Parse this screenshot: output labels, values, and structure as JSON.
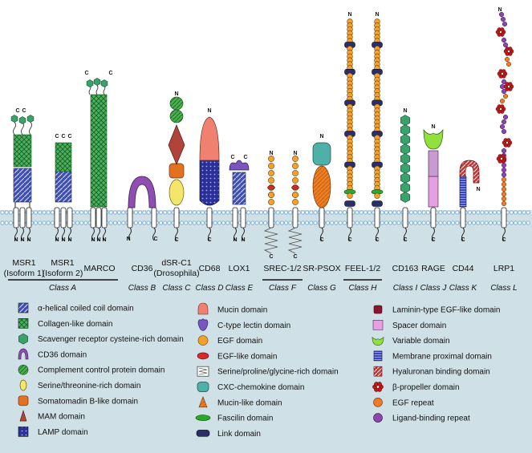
{
  "receptors": [
    {
      "name": "MSR1\n(Isoform 1)",
      "short": "MSR1",
      "sub": "(Isoform 1)"
    },
    {
      "name": "MSR1\n(Isoform 2)",
      "short": "MSR1",
      "sub": "(Isoform 2)"
    },
    {
      "name": "MARCO",
      "short": "MARCO",
      "sub": ""
    },
    {
      "name": "CD36",
      "short": "CD36",
      "sub": ""
    },
    {
      "name": "dSR-C1\n(Drosophila)",
      "short": "dSR-C1",
      "sub": "(Drosophila)"
    },
    {
      "name": "CD68",
      "short": "CD68",
      "sub": ""
    },
    {
      "name": "LOX1",
      "short": "LOX1",
      "sub": ""
    },
    {
      "name": "SREC-1/2",
      "short": "SREC-1/2",
      "sub": ""
    },
    {
      "name": "SR-PSOX",
      "short": "SR-PSOX",
      "sub": ""
    },
    {
      "name": "FEEL-1/2",
      "short": "FEEL-1/2",
      "sub": ""
    },
    {
      "name": "CD163",
      "short": "CD163",
      "sub": ""
    },
    {
      "name": "RAGE",
      "short": "RAGE",
      "sub": ""
    },
    {
      "name": "CD44",
      "short": "CD44",
      "sub": ""
    },
    {
      "name": "LRP1",
      "short": "LRP1",
      "sub": ""
    }
  ],
  "classes": [
    "Class A",
    "Class B",
    "Class C",
    "Class D",
    "Class E",
    "Class F",
    "Class G",
    "Class H",
    "Class I",
    "Class J",
    "Class K",
    "Class L"
  ],
  "terminals": {
    "c": "C",
    "n": "N"
  },
  "legend": {
    "col1": [
      {
        "icon": "alpha-helix-icon",
        "label": "α-helical coiled coil domain"
      },
      {
        "icon": "collagen-icon",
        "label": "Collagen-like domain"
      },
      {
        "icon": "hexagon-icon",
        "label": "Scavenger receptor cysteine-rich domain"
      },
      {
        "icon": "cd36-arch-icon",
        "label": "CD36 domain"
      },
      {
        "icon": "striped-circle-icon",
        "label": "Complement control protein domain"
      },
      {
        "icon": "ellipse-icon",
        "label": "Serine/threonine-rich domain"
      },
      {
        "icon": "rounded-square-icon",
        "label": "Somatomadin B-like domain"
      },
      {
        "icon": "triangle-icon",
        "label": "MAM domain"
      },
      {
        "icon": "dotted-square-icon",
        "label": "LAMP domain"
      }
    ],
    "col2": [
      {
        "icon": "mucin-icon",
        "label": "Mucin domain"
      },
      {
        "icon": "lectin-icon",
        "label": "C-type lectin domain"
      },
      {
        "icon": "egf-circle-icon",
        "label": "EGF domain"
      },
      {
        "icon": "egf-like-icon",
        "label": "EGF-like domain"
      },
      {
        "icon": "spring-box-icon",
        "label": "Serine/proline/glycine-rich domain"
      },
      {
        "icon": "cxc-icon",
        "label": "CXC-chemokine domain"
      },
      {
        "icon": "mucin-like-icon",
        "label": "Mucin-like domain"
      },
      {
        "icon": "fascilin-icon",
        "label": "Fascilin domain"
      },
      {
        "icon": "link-icon",
        "label": "Link domain"
      }
    ],
    "col3": [
      {
        "icon": "laminin-icon",
        "label": "Laminin-type EGF-like domain"
      },
      {
        "icon": "spacer-icon",
        "label": "Spacer domain"
      },
      {
        "icon": "variable-icon",
        "label": "Variable domain"
      },
      {
        "icon": "membrane-proximal-icon",
        "label": "Membrane proximal domain"
      },
      {
        "icon": "hyaluronan-icon",
        "label": "Hyaluronan binding domain"
      },
      {
        "icon": "beta-propeller-icon",
        "label": "β-propeller domain"
      },
      {
        "icon": "egf-repeat-icon",
        "label": "EGF repeat"
      },
      {
        "icon": "ligand-binding-icon",
        "label": "Ligand-binding repeat"
      }
    ]
  },
  "colors": {
    "background": "#cfe0e6",
    "membrane": "#7fb2d8",
    "helix": "#3f4fb0",
    "collagen": "#3a9a4a",
    "hexagon": "#3aa36b",
    "cd36": "#8e4fb0",
    "ccp": "#4caf50",
    "serine": "#f4e66a",
    "somatomadin": "#e2721f",
    "mam": "#b0443a",
    "lamp": "#2b2f9a",
    "mucin": "#f08070",
    "lectin": "#7a55c0",
    "egf": "#f5a02a",
    "egf_like": "#d42a2a",
    "cxc": "#4fb0a8",
    "mucin_like": "#ef7e22",
    "fascilin": "#2aa82a",
    "link": "#2a2f6a",
    "laminin": "#8a1530",
    "spacer": "#e4a0e0",
    "variable": "#90e040",
    "membrane_proximal": "#3a48c0",
    "hyaluronan": "#d03030",
    "beta_propeller": "#c01818",
    "egf_repeat": "#f07a28",
    "ligand_binding": "#8e44ad"
  }
}
